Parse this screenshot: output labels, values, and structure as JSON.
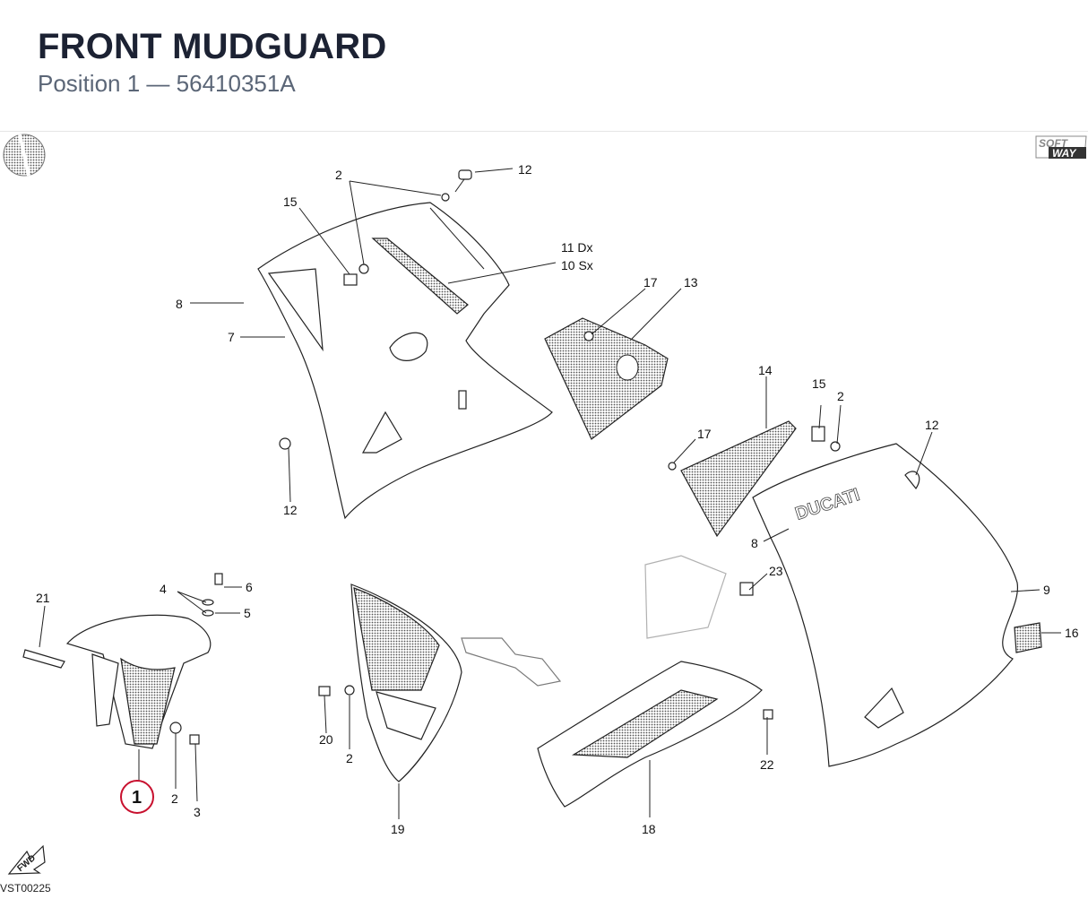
{
  "header": {
    "title": "FRONT MUDGUARD",
    "position_label": "Position 1",
    "separator": "—",
    "part_number": "56410351A"
  },
  "logo": {
    "line1": "SOFT",
    "line2": "WAY"
  },
  "fwd_label": "FWD",
  "drawing_ref": "VST00225",
  "highlight_label": "1",
  "callouts": {
    "c2a": "2",
    "c12a": "12",
    "c15a": "15",
    "c11": "11 Dx",
    "c10": "10 Sx",
    "c8a": "8",
    "c7": "7",
    "c17a": "17",
    "c13": "13",
    "c12b": "12",
    "c14": "14",
    "c15b": "15",
    "c2b": "2",
    "c12c": "12",
    "c17b": "17",
    "c8b": "8",
    "c21": "21",
    "c4": "4",
    "c6": "6",
    "c5": "5",
    "c23": "23",
    "c9": "9",
    "c16": "16",
    "c20": "20",
    "c2c": "2",
    "c2d": "2",
    "c3": "3",
    "c22": "22",
    "c19": "19",
    "c18": "18"
  }
}
